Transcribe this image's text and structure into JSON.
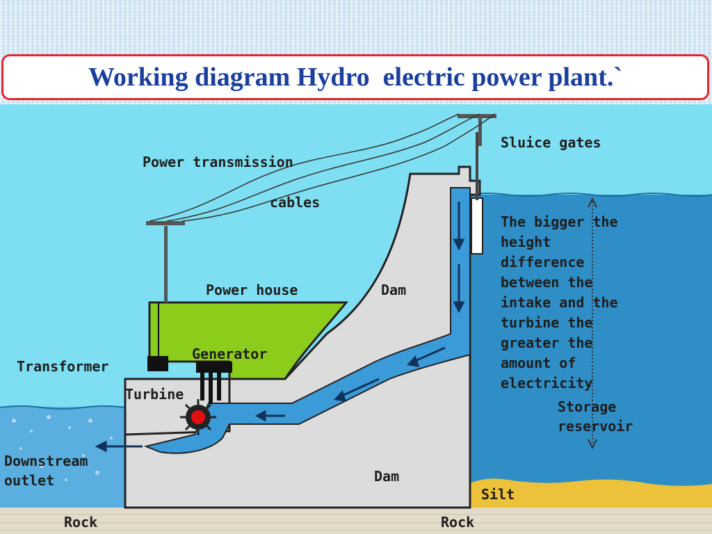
{
  "title": "Working diagram Hydro  electric power plant.`",
  "labels": {
    "sluice_gates": "Sluice gates",
    "power_transmission": "Power transmission",
    "cables": "cables",
    "power_house": "Power house",
    "dam_upper": "Dam",
    "generator": "Generator",
    "transformer": "Transformer",
    "turbine": "Turbine",
    "downstream": "Downstream",
    "outlet": "outlet",
    "dam_lower": "Dam",
    "silt": "Silt",
    "rock_left": "Rock",
    "rock_right": "Rock",
    "storage": "Storage",
    "reservoir": "reservoir",
    "note_lines": [
      "The bigger the",
      "height",
      "difference",
      "between the",
      "intake and the",
      "turbine the",
      "greater the",
      "amount of",
      "electricity"
    ]
  },
  "colors": {
    "sky": "#7fdff2",
    "reservoir": "#2f8ec6",
    "downstream_water": "#5aaee0",
    "penstock_water": "#3b9ad8",
    "dam": "#dcdcdc",
    "power_house": "#8ccc1a",
    "rock": "#e3dccb",
    "silt": "#ecc23a",
    "turbine_center": "#e01010",
    "title_border": "#e3262e",
    "title_text": "#1b3f9c"
  }
}
